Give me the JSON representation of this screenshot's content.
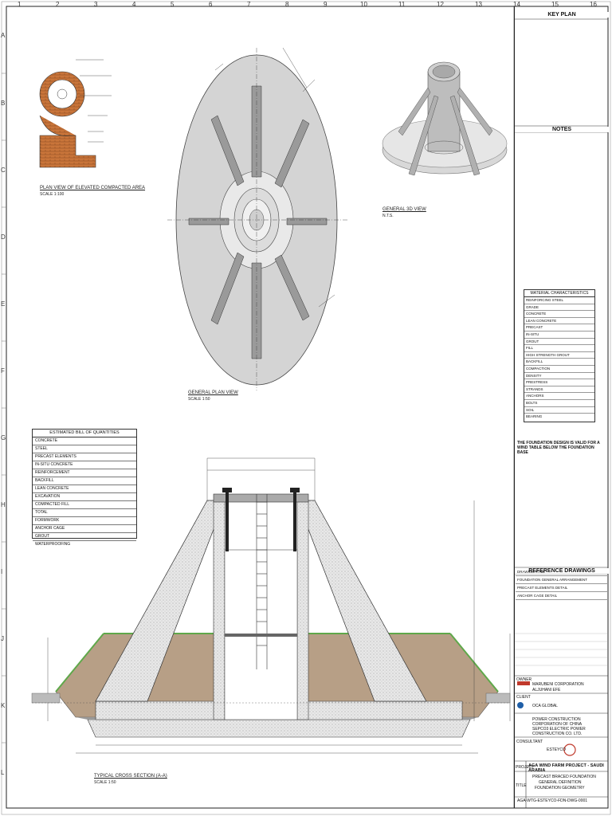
{
  "sheet": {
    "col_labels": [
      "1",
      "2",
      "3",
      "4",
      "5",
      "6",
      "7",
      "8",
      "9",
      "10",
      "11",
      "12",
      "13",
      "14",
      "15",
      "16"
    ],
    "row_labels": [
      "A",
      "B",
      "C",
      "D",
      "E",
      "F",
      "G",
      "H",
      "I",
      "J",
      "K",
      "L"
    ]
  },
  "title_block": {
    "key_plan": "KEY PLAN",
    "notes": "NOTES",
    "materials_title": "MATERIAL CHARACTERISTICS",
    "reference_title": "REFERENCE DRAWINGS",
    "owner_label": "OWNER",
    "owner_company": "MARUBENI CORPORATION",
    "owner_sub": "ALJUHANI EFE",
    "client_label": "CLIENT",
    "client_company": "OCA GLOBAL",
    "epc_company": "POWER CONSTRUCTION CORPORATION OF CHINA",
    "epc_sub": "SEPCO3 ELECTRIC POWER CONSTRUCTION CO. LTD.",
    "consultant_label": "CONSULTANT",
    "consultant_company": "ESTEYCO",
    "project_label": "PROJECT",
    "project_name": "AGA WIND FARM PROJECT - SAUDI ARABIA",
    "title_label": "TITLE",
    "title_line1": "PRECAST BRACED FOUNDATION",
    "title_line2": "GENERAL DEFINITION",
    "title_line3": "FOUNDATION GEOMETRY",
    "highlight_note": "THE FOUNDATION DESIGN IS VALID FOR A WIND TABLE BELOW THE FOUNDATION BASE",
    "doc_number": "AGA-WTG-ESTEYCO-FDN-DWG-0001"
  },
  "views": {
    "plan_compacted": "PLAN VIEW OF ELEVATED COMPACTED AREA",
    "plan_compacted_scale": "SCALE 1:100",
    "general_plan": "GENERAL PLAN VIEW",
    "general_plan_scale": "SCALE 1:50",
    "view_3d": "GENERAL 3D VIEW",
    "view_3d_scale": "N.T.S.",
    "cross_section": "TYPICAL CROSS SECTION (A-A)",
    "cross_section_scale": "SCALE 1:50"
  },
  "boq": {
    "title": "ESTIMATED BILL OF QUANTITIES",
    "rows": [
      "CONCRETE",
      "STEEL",
      "PRECAST ELEMENTS",
      "IN-SITU CONCRETE",
      "REINFORCEMENT",
      "BACKFILL",
      "LEAN CONCRETE",
      "EXCAVATION",
      "COMPACTED FILL",
      "TOTAL",
      "FORMWORK",
      "ANCHOR CAGE",
      "GROUT",
      "WATERPROOFING"
    ]
  },
  "materials": {
    "rows": [
      "REINFORCING STEEL",
      "GRADE",
      "CONCRETE",
      "LEAN CONCRETE",
      "PRECAST",
      "IN-SITU",
      "GROUT",
      "FILL",
      "HIGH STRENGTH GROUT",
      "BACKFILL",
      "COMPACTION",
      "DENSITY",
      "PRESTRESS",
      "STRANDS",
      "ANCHORS",
      "BOLTS",
      "SOIL",
      "BEARING"
    ]
  },
  "reference": {
    "rows": [
      "DRAWING TITLE",
      "FOUNDATION GENERAL ARRANGEMENT",
      "PRECAST ELEMENTS DETAIL",
      "ANCHOR CAGE DETAIL"
    ]
  }
}
